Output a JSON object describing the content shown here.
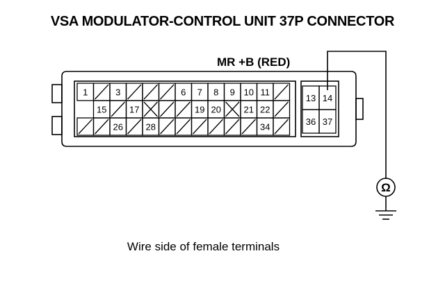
{
  "title": "VSA MODULATOR-CONTROL UNIT 37P CONNECTOR",
  "wire_label": "MR +B (RED)",
  "caption": "Wire side of female terminals",
  "meter_symbol": "Ω",
  "main_block": {
    "rows": [
      [
        "1",
        "/",
        "3",
        "/",
        "/",
        "/",
        "6",
        "7",
        "8",
        "9",
        "10",
        "11",
        "/"
      ],
      [
        "",
        "15",
        "/",
        "17",
        "X",
        "/",
        "/",
        "19",
        "20",
        "X",
        "21",
        "22",
        "/"
      ],
      [
        "/",
        "/",
        "26",
        "/",
        "28",
        "/",
        "/",
        "/",
        "/",
        "/",
        "/",
        "34",
        "/"
      ]
    ]
  },
  "right_block": {
    "rows": [
      [
        "13",
        "14"
      ],
      [
        "36",
        "37"
      ]
    ]
  }
}
